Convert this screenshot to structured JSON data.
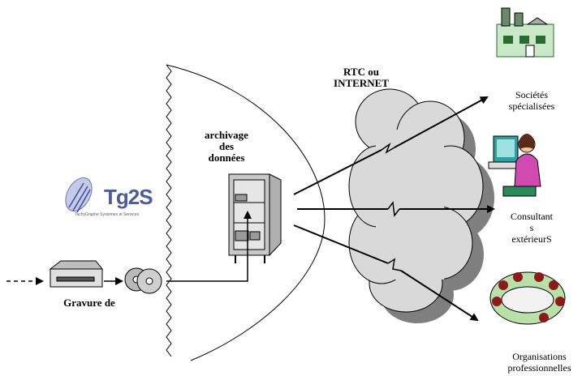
{
  "diagram": {
    "network_label": "RTC ou\nINTERNET",
    "archive_label": "archivage\ndes\ndonnées",
    "burn_label": "Gravure de",
    "logo": {
      "name": "Tg2S",
      "tagline": "TachyGraphe Systemes et Services"
    },
    "destinations": [
      {
        "label": "Sociétés\nspécialisées",
        "icon": "factory-icon"
      },
      {
        "label": "Consultant\ns\nextérieurS",
        "icon": "consultant-at-computer-icon"
      },
      {
        "label": "Organisations\nprofessionnelles",
        "icon": "meeting-icon"
      }
    ],
    "colors": {
      "cloud": "#d9d9d9",
      "cloud_shadow": "#7f7f7f",
      "cabinet": "#c8c8c8"
    }
  }
}
